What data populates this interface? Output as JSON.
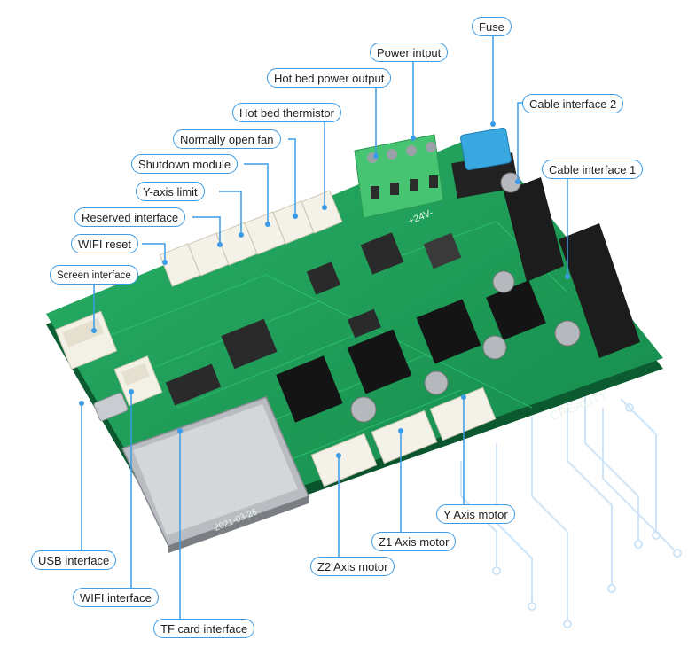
{
  "labels": {
    "fuse": "Fuse",
    "power_input": "Power intput",
    "hot_bed_power_output": "Hot bed power output",
    "cable_interface_2": "Cable interface 2",
    "hot_bed_thermistor": "Hot bed thermistor",
    "normally_open_fan": "Normally open fan",
    "shutdown_module": "Shutdown module",
    "cable_interface_1": "Cable interface 1",
    "y_axis_limit": "Y-axis limit",
    "reserved_interface": "Reserved interface",
    "wifi_reset": "WIFI reset",
    "screen_interface": "Screen interface",
    "y_axis_motor": "Y Axis motor",
    "z1_axis_motor": "Z1 Axis motor",
    "z2_axis_motor": "Z2 Axis motor",
    "usb_interface": "USB interface",
    "wifi_interface": "WIFI interface",
    "tf_card_interface": "TF card interface"
  },
  "board_markings": {
    "brand": "CREALITY",
    "date": "2021-03-25",
    "voltage": "+24V-"
  },
  "colors": {
    "callout_border": "#3b9be6",
    "leader_line": "#3b9be6",
    "pcb_green": "#1f9e5a",
    "terminal_green": "#46c472",
    "fuse_blue": "#39a8e0"
  }
}
